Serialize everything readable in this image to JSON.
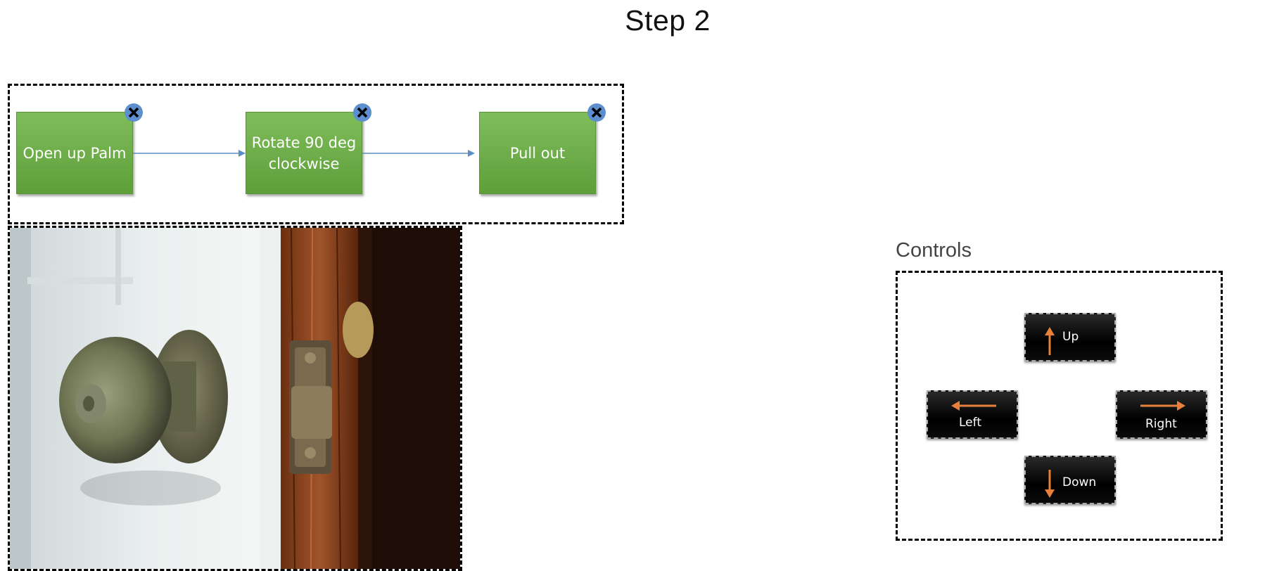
{
  "page": {
    "title": "Step 2"
  },
  "workflow": {
    "steps": [
      {
        "label": "Open up Palm"
      },
      {
        "label": "Rotate 90 deg\nclockwise"
      },
      {
        "label": "Pull out"
      }
    ],
    "step_color": "#6aad45",
    "arrow_color": "#5a8fc3",
    "remove_icon": "close-x-icon"
  },
  "controls": {
    "title": "Controls",
    "buttons": [
      {
        "label": "Up",
        "icon": "arrow-up-icon"
      },
      {
        "label": "Left",
        "icon": "arrow-left-icon"
      },
      {
        "label": "Right",
        "icon": "arrow-right-icon"
      },
      {
        "label": "Down",
        "icon": "arrow-down-icon"
      }
    ],
    "arrow_color": "#e8803a"
  },
  "photo": {
    "subject": "door-knob-photo"
  }
}
